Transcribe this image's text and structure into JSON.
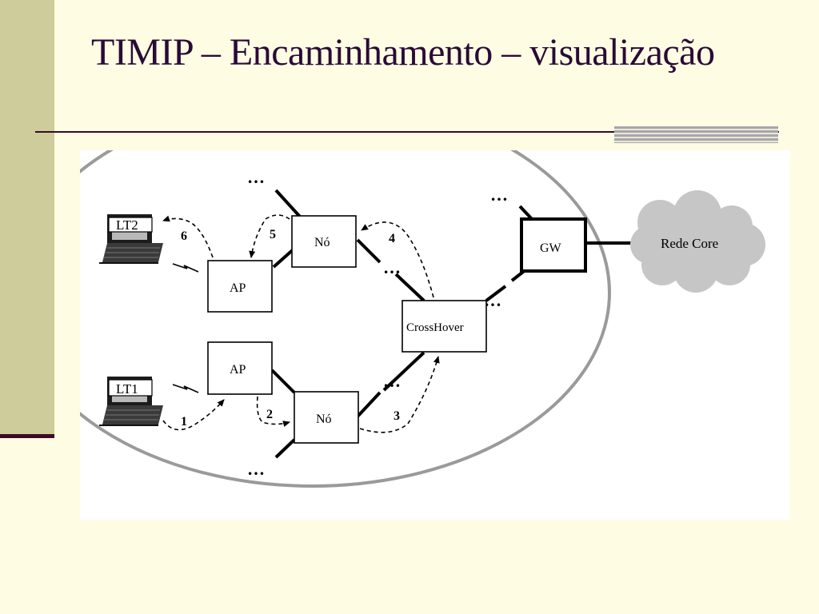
{
  "slide": {
    "title": "TIMIP – Encaminhamento – visualização"
  },
  "diagram": {
    "nodes": {
      "no_top": "Nó",
      "no_bottom": "Nó",
      "ap_top": "AP",
      "ap_bottom": "AP",
      "crosshover": "CrossHover",
      "gw": "GW",
      "rede_core": "Rede Core",
      "lt1": "LT1",
      "lt2": "LT2"
    },
    "steps": [
      "1",
      "2",
      "3",
      "4",
      "5",
      "6"
    ],
    "ellipsis": "…",
    "colors": {
      "background": "#fefde3",
      "sidebar": "#cdcc9a",
      "title": "#2a0a36",
      "cloud": "#c6c6c6",
      "domain_boundary": "#9a9a9a"
    }
  }
}
